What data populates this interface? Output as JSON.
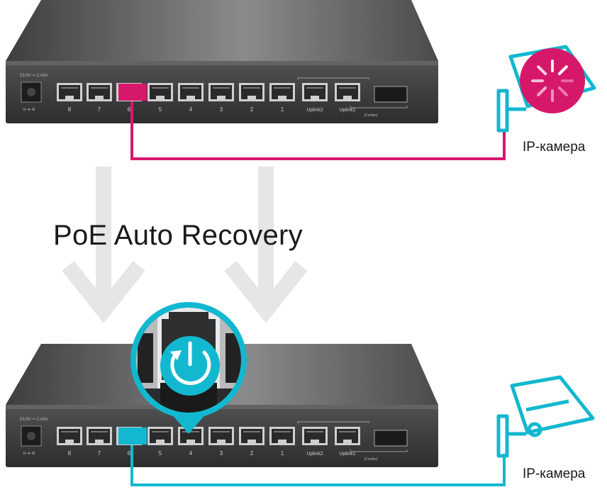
{
  "title": "PoE Auto Recovery",
  "camera_label": "IP-камера",
  "switch": {
    "power_spec": "53.5V ⎓ 2.43A",
    "ports": [
      {
        "label": "8"
      },
      {
        "label": "7"
      },
      {
        "label": "6"
      },
      {
        "label": "5"
      },
      {
        "label": "4"
      },
      {
        "label": "3"
      },
      {
        "label": "2"
      },
      {
        "label": "1"
      },
      {
        "label": "Uplink2"
      },
      {
        "label": "Uplink1"
      }
    ],
    "combo_label": "(Combo)"
  },
  "colors": {
    "fault": "#d6186a",
    "recovered": "#12b8cf",
    "arrow": "#e6e6e6",
    "switch_body": "#3a3b3d",
    "icon": "#ffffff"
  },
  "icons": {
    "fault": "loading-spinner-icon",
    "recovered": "power-restart-icon",
    "camera": "cctv-camera-icon"
  }
}
